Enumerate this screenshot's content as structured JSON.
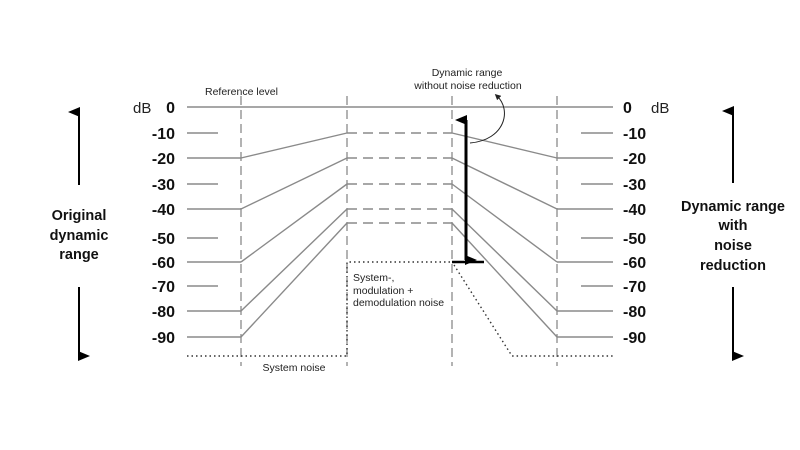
{
  "diagram": {
    "title": "Noise reduction dynamic range",
    "unit_left": "dB",
    "unit_right": "dB",
    "levels": [
      "0",
      "-10",
      "-20",
      "-30",
      "-40",
      "-50",
      "-60",
      "-70",
      "-80",
      "-90"
    ],
    "level_values": [
      0,
      -10,
      -20,
      -30,
      -40,
      -50,
      -60,
      -70,
      -80,
      -90
    ],
    "labels": {
      "reference_level": "Reference level",
      "system_noise": "System noise",
      "mod_noise_lines": [
        "System-,",
        "modulation +",
        "demodulation noise"
      ],
      "dr_without_lines": [
        "Dynamic range",
        "without noise reduction"
      ],
      "original_dr_lines": [
        "Original",
        "dynamic",
        "range"
      ],
      "dr_with_lines": [
        "Dynamic range",
        "with",
        "noise",
        "reduction"
      ]
    },
    "signal_paths": [
      {
        "input": 0,
        "compressed": 0
      },
      {
        "input": -20,
        "compressed": -10
      },
      {
        "input": -40,
        "compressed": -20
      },
      {
        "input": -60,
        "compressed": -30
      },
      {
        "input": -80,
        "compressed": -40
      },
      {
        "input": -90,
        "compressed": -45
      }
    ],
    "colors": {
      "line": "#8a8a8a",
      "text": "#111111",
      "arrow": "#000000"
    }
  }
}
